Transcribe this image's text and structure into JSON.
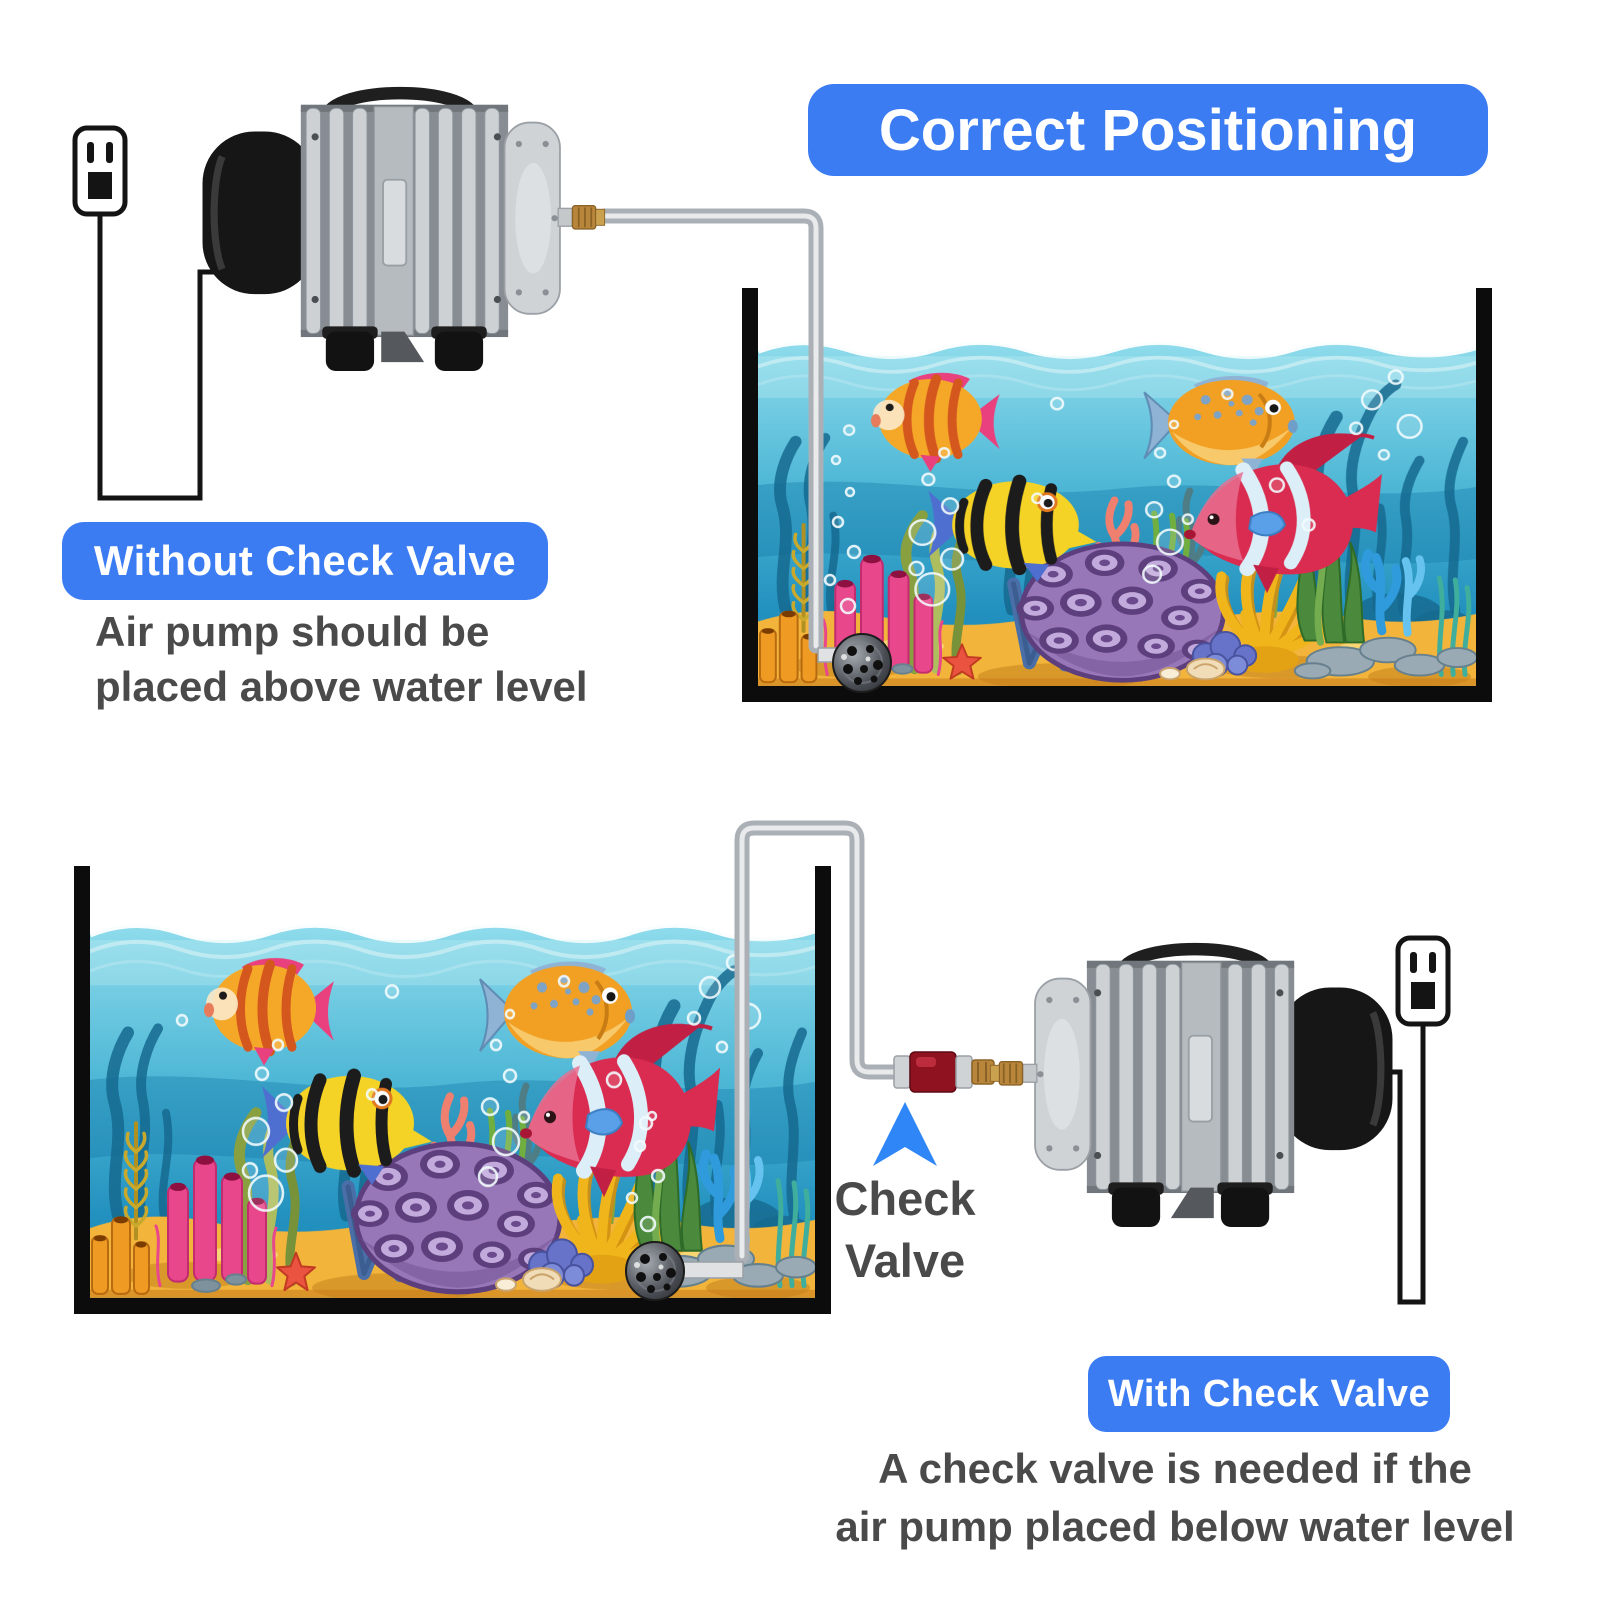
{
  "title": "Correct Positioning",
  "top_section": {
    "badge": "Without Check Valve",
    "caption_lines": [
      "Air pump should be",
      "placed above water level"
    ]
  },
  "bottom_section": {
    "badge": "With Check Valve",
    "caption_lines": [
      "A check valve is needed if the",
      "air pump placed below water level"
    ],
    "callout": {
      "arrow_glyph": "▲",
      "lines": [
        "Check",
        "Valve"
      ]
    }
  },
  "colors": {
    "accent_blue": "#3b7cf3",
    "text_gray": "#4a4a4a",
    "tank_frame_black": "#0c0c0c",
    "tube_gray": "#aeb0b3",
    "check_valve_red": "#8e1220",
    "brass_nozzle": "#b8863b",
    "water_top": "#8fdcec",
    "water_deep": "#1b86b4",
    "sand_yellow": "#f2b43a",
    "coral_purple": "#9877b8",
    "coral_pink": "#e8478c",
    "anemone_yellow": "#f0b51a"
  },
  "scene": {
    "fish": [
      "orange striped fish",
      "orange blue-spotted fish",
      "yellow black-striped butterflyfish",
      "red white-striped angelfish"
    ],
    "decor": [
      "pink tube sponge",
      "purple ball coral",
      "yellow anemone",
      "blue branch coral",
      "green seaweed",
      "gray stones",
      "red starfish",
      "shells",
      "air stone",
      "bubbles"
    ]
  }
}
